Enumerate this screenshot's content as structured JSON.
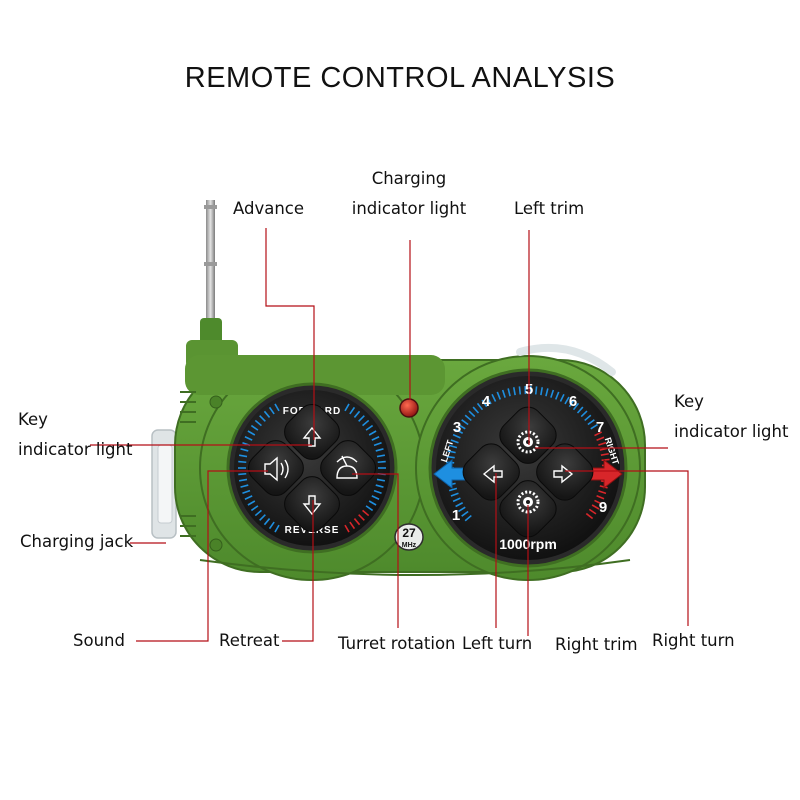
{
  "title": "REMOTE CONTROL ANALYSIS",
  "labels": {
    "advance": "Advance",
    "charging_light_line1": "Charging",
    "charging_light_line2": "indicator light",
    "left_trim": "Left trim",
    "key_light_left_line1": "Key",
    "key_light_left_line2": "indicator light",
    "key_light_right_line1": "Key",
    "key_light_right_line2": "indicator light",
    "charging_jack": "Charging jack",
    "sound": "Sound",
    "retreat": "Retreat",
    "turret_rotation": "Turret rotation",
    "left_turn": "Left turn",
    "right_trim": "Right trim",
    "right_turn": "Right turn"
  },
  "device": {
    "left_dial": {
      "top_text": "FORWARD",
      "bottom_text": "REVERSE"
    },
    "frequency": {
      "value": "27",
      "unit": "MHz"
    },
    "right_dial": {
      "numbers": [
        "1",
        "3",
        "4",
        "5",
        "6",
        "7",
        "9"
      ],
      "left_text": "LEFT",
      "right_text": "RIGHT",
      "speed": "1000rpm"
    }
  },
  "colors": {
    "body_green": "#5f9a36",
    "dark_green": "#3f6e22",
    "leader_line": "#b30f16",
    "dial_blue": "#1e8fe0",
    "dial_red": "#d8262a",
    "face_black": "#1b1b1b"
  }
}
